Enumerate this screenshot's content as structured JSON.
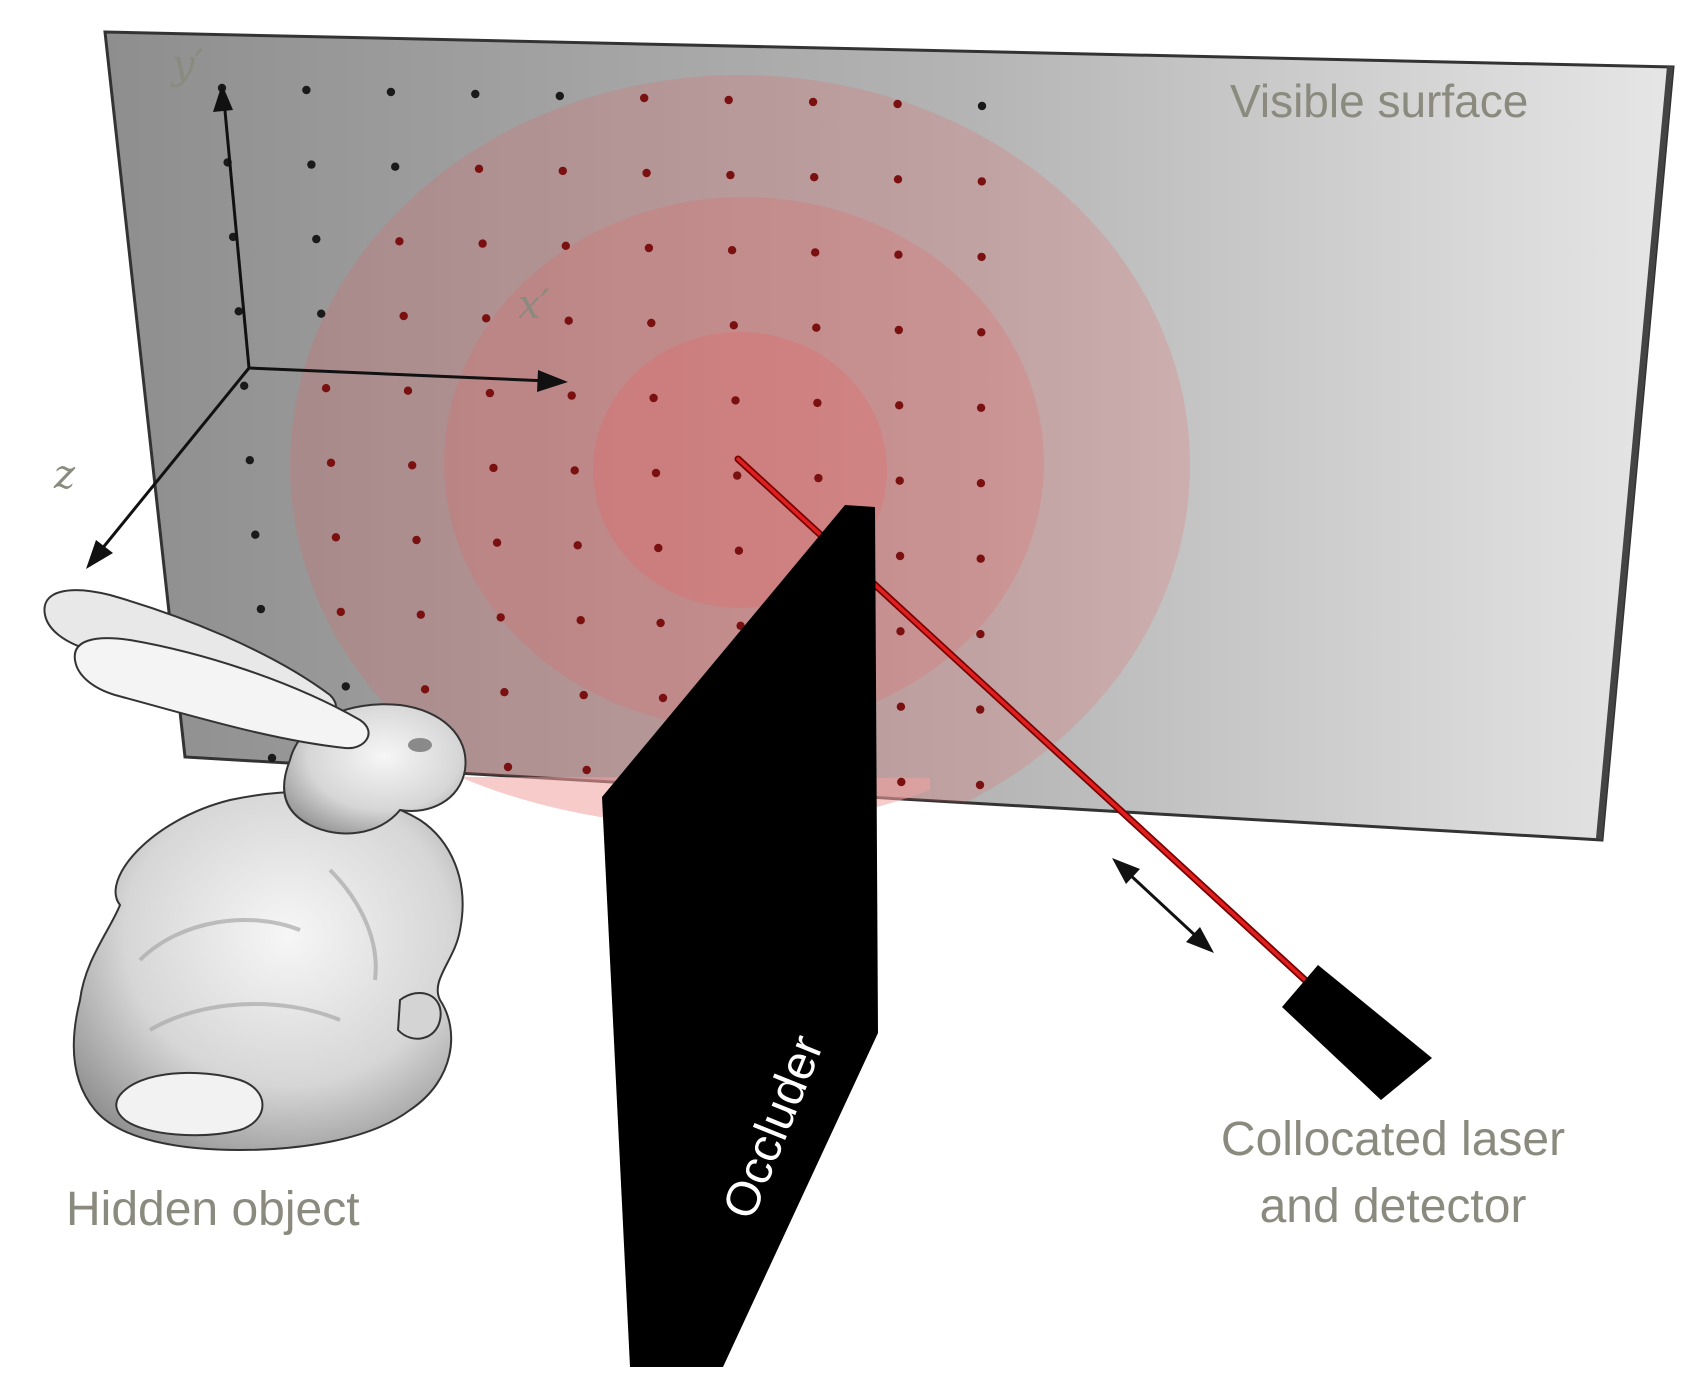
{
  "labels": {
    "visible_surface": "Visible surface",
    "hidden_object": "Hidden object",
    "occluder": "Occluder",
    "laser_line1": "Collocated laser",
    "laser_line2": "and detector"
  },
  "axes": {
    "y": "y′",
    "x": "x′",
    "z": "z"
  },
  "colors": {
    "laser": "#d01818",
    "wavefront": "#f05a5a",
    "label": "#8a8a7e",
    "dot_dark": "#1a1a1a",
    "dot_red": "#7a1010"
  },
  "grid": {
    "rows": 10,
    "cols": 10
  }
}
